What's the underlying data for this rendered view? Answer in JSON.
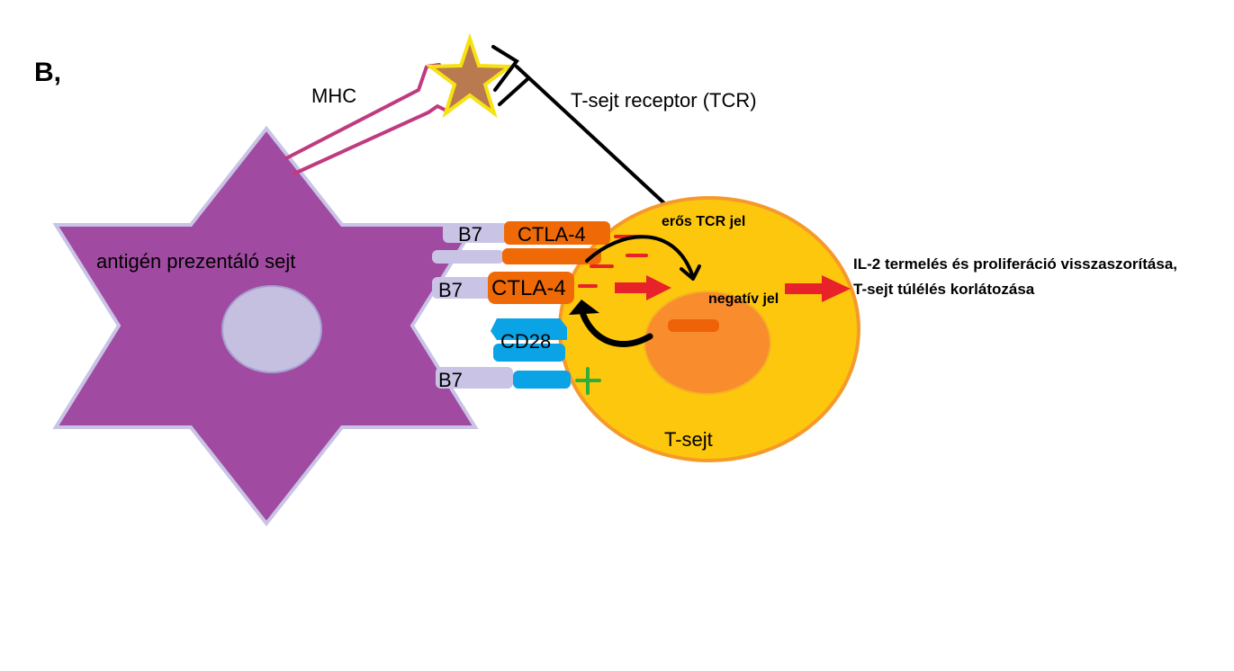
{
  "panel_label": "B,",
  "labels": {
    "mhc": "MHC",
    "tcr": "T-sejt receptor (TCR)",
    "apc": "antigén prezentáló sejt",
    "b7_top": "B7",
    "b7_mid": "B7",
    "b7_bottom": "B7",
    "ctla4_top": "CTLA-4",
    "ctla4_mid": "CTLA-4",
    "cd28": "CD28",
    "strong_tcr_signal": "erős TCR jel",
    "negative_signal": "negatív jel",
    "t_cell": "T-sejt",
    "outcome_line1": "IL-2 termelés és proliferáció visszaszorítása,",
    "outcome_line2": "T-sejt túlélés korlátozása"
  },
  "colors": {
    "apc_fill": "#a14aa1",
    "apc_outline": "#c9c3e6",
    "nucleus_fill": "#c5c0e0",
    "t_cell_fill": "#fdc70e",
    "t_cell_outline": "#f59a2a",
    "t_nucleus": "#f98c2c",
    "ctla4": "#ef6a07",
    "cd28": "#0aa3e6",
    "b7": "#c9c3e6",
    "mhc": "#c03a80",
    "antigen_star": "#b87a4e",
    "antigen_star_outline": "#f6e213",
    "negative": "#e8222a",
    "positive": "#2fae3a"
  }
}
